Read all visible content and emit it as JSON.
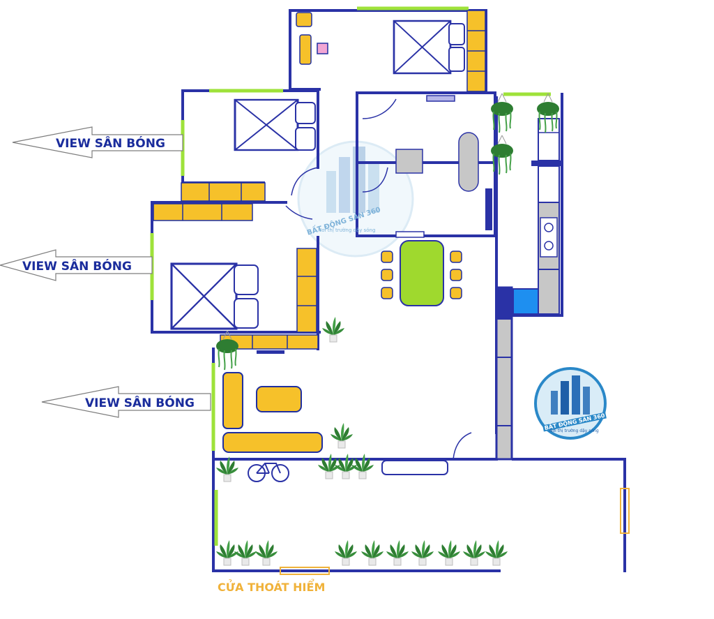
{
  "view_labels": [
    {
      "text": "VIEW SÂN BÓNG"
    },
    {
      "text": "VIEW SÂN BÓNG"
    },
    {
      "text": "VIEW SÂN BÓNG"
    }
  ],
  "exit_label": "CỬA THOÁT HIỂM",
  "watermark": {
    "brand": "BẤT ĐỘNG SẢN 360",
    "tagline": "Nơi thị trường dậy sóng"
  },
  "colors": {
    "wall": "#2a32a6",
    "window": "#9ee23a",
    "furniture": "#f6c12a",
    "furniture_stroke": "#1f2fa0",
    "bed_fill": "#ffffff",
    "counter": "#c7c7c7",
    "sink": "#1e8ff0",
    "table": "#9fd92e",
    "plant": "#2e7d32",
    "exit": "#f0b23a"
  }
}
